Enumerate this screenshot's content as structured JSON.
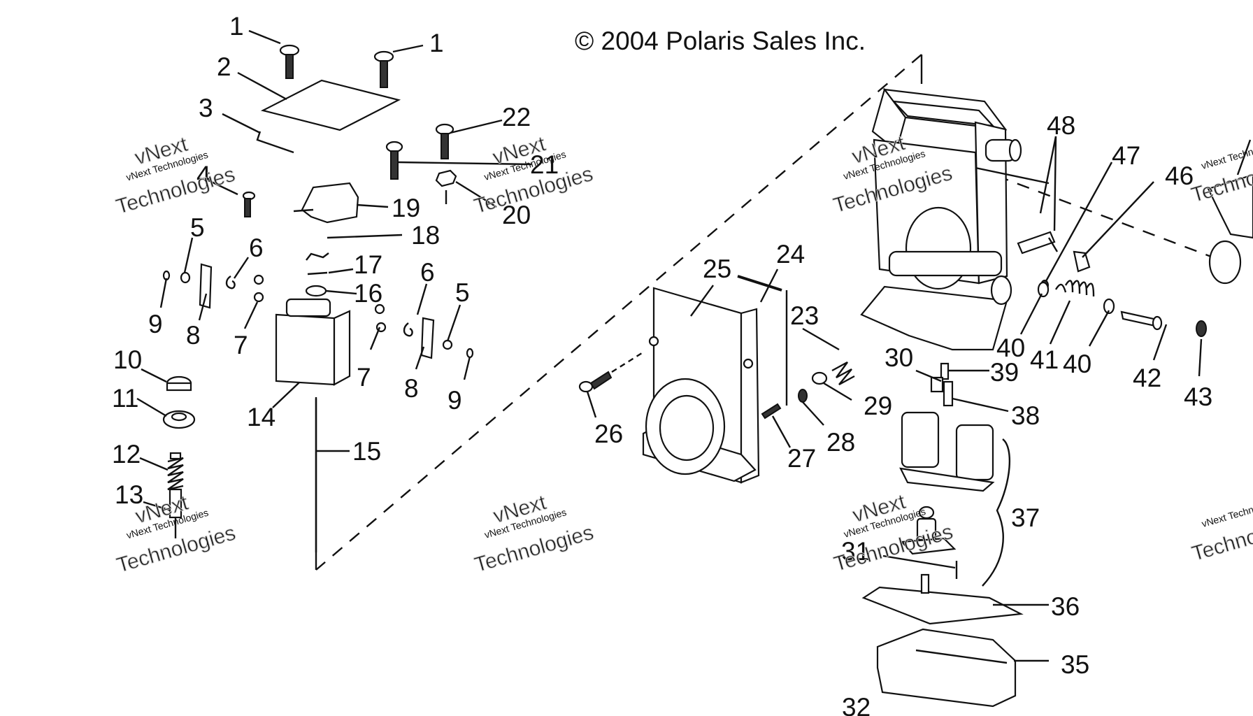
{
  "copyright": "© 2004 Polaris Sales Inc.",
  "watermark": {
    "line1": "vNext Technologies",
    "big": "Technologies",
    "top": "vNext"
  },
  "callouts": [
    {
      "id": "c1a",
      "label": "1"
    },
    {
      "id": "c1b",
      "label": "1"
    },
    {
      "id": "c2",
      "label": "2"
    },
    {
      "id": "c3",
      "label": "3"
    },
    {
      "id": "c4",
      "label": "4"
    },
    {
      "id": "c5a",
      "label": "5"
    },
    {
      "id": "c5b",
      "label": "5"
    },
    {
      "id": "c6a",
      "label": "6"
    },
    {
      "id": "c6b",
      "label": "6"
    },
    {
      "id": "c7a",
      "label": "7"
    },
    {
      "id": "c7b",
      "label": "7"
    },
    {
      "id": "c8a",
      "label": "8"
    },
    {
      "id": "c8b",
      "label": "8"
    },
    {
      "id": "c9a",
      "label": "9"
    },
    {
      "id": "c9b",
      "label": "9"
    },
    {
      "id": "c10",
      "label": "10"
    },
    {
      "id": "c11",
      "label": "11"
    },
    {
      "id": "c12",
      "label": "12"
    },
    {
      "id": "c13",
      "label": "13"
    },
    {
      "id": "c14",
      "label": "14"
    },
    {
      "id": "c15",
      "label": "15"
    },
    {
      "id": "c16",
      "label": "16"
    },
    {
      "id": "c17",
      "label": "17"
    },
    {
      "id": "c18",
      "label": "18"
    },
    {
      "id": "c19",
      "label": "19"
    },
    {
      "id": "c20",
      "label": "20"
    },
    {
      "id": "c21",
      "label": "21"
    },
    {
      "id": "c22",
      "label": "22"
    },
    {
      "id": "c23",
      "label": "23"
    },
    {
      "id": "c24",
      "label": "24"
    },
    {
      "id": "c25",
      "label": "25"
    },
    {
      "id": "c26",
      "label": "26"
    },
    {
      "id": "c27",
      "label": "27"
    },
    {
      "id": "c28",
      "label": "28"
    },
    {
      "id": "c29",
      "label": "29"
    },
    {
      "id": "c30",
      "label": "30"
    },
    {
      "id": "c31",
      "label": "31"
    },
    {
      "id": "c32",
      "label": "32"
    },
    {
      "id": "c35",
      "label": "35"
    },
    {
      "id": "c36",
      "label": "36"
    },
    {
      "id": "c37",
      "label": "37"
    },
    {
      "id": "c38",
      "label": "38"
    },
    {
      "id": "c39",
      "label": "39"
    },
    {
      "id": "c40a",
      "label": "40"
    },
    {
      "id": "c40b",
      "label": "40"
    },
    {
      "id": "c41",
      "label": "41"
    },
    {
      "id": "c42",
      "label": "42"
    },
    {
      "id": "c43",
      "label": "43"
    },
    {
      "id": "c46",
      "label": "46"
    },
    {
      "id": "c47",
      "label": "47"
    },
    {
      "id": "c48",
      "label": "48"
    }
  ]
}
